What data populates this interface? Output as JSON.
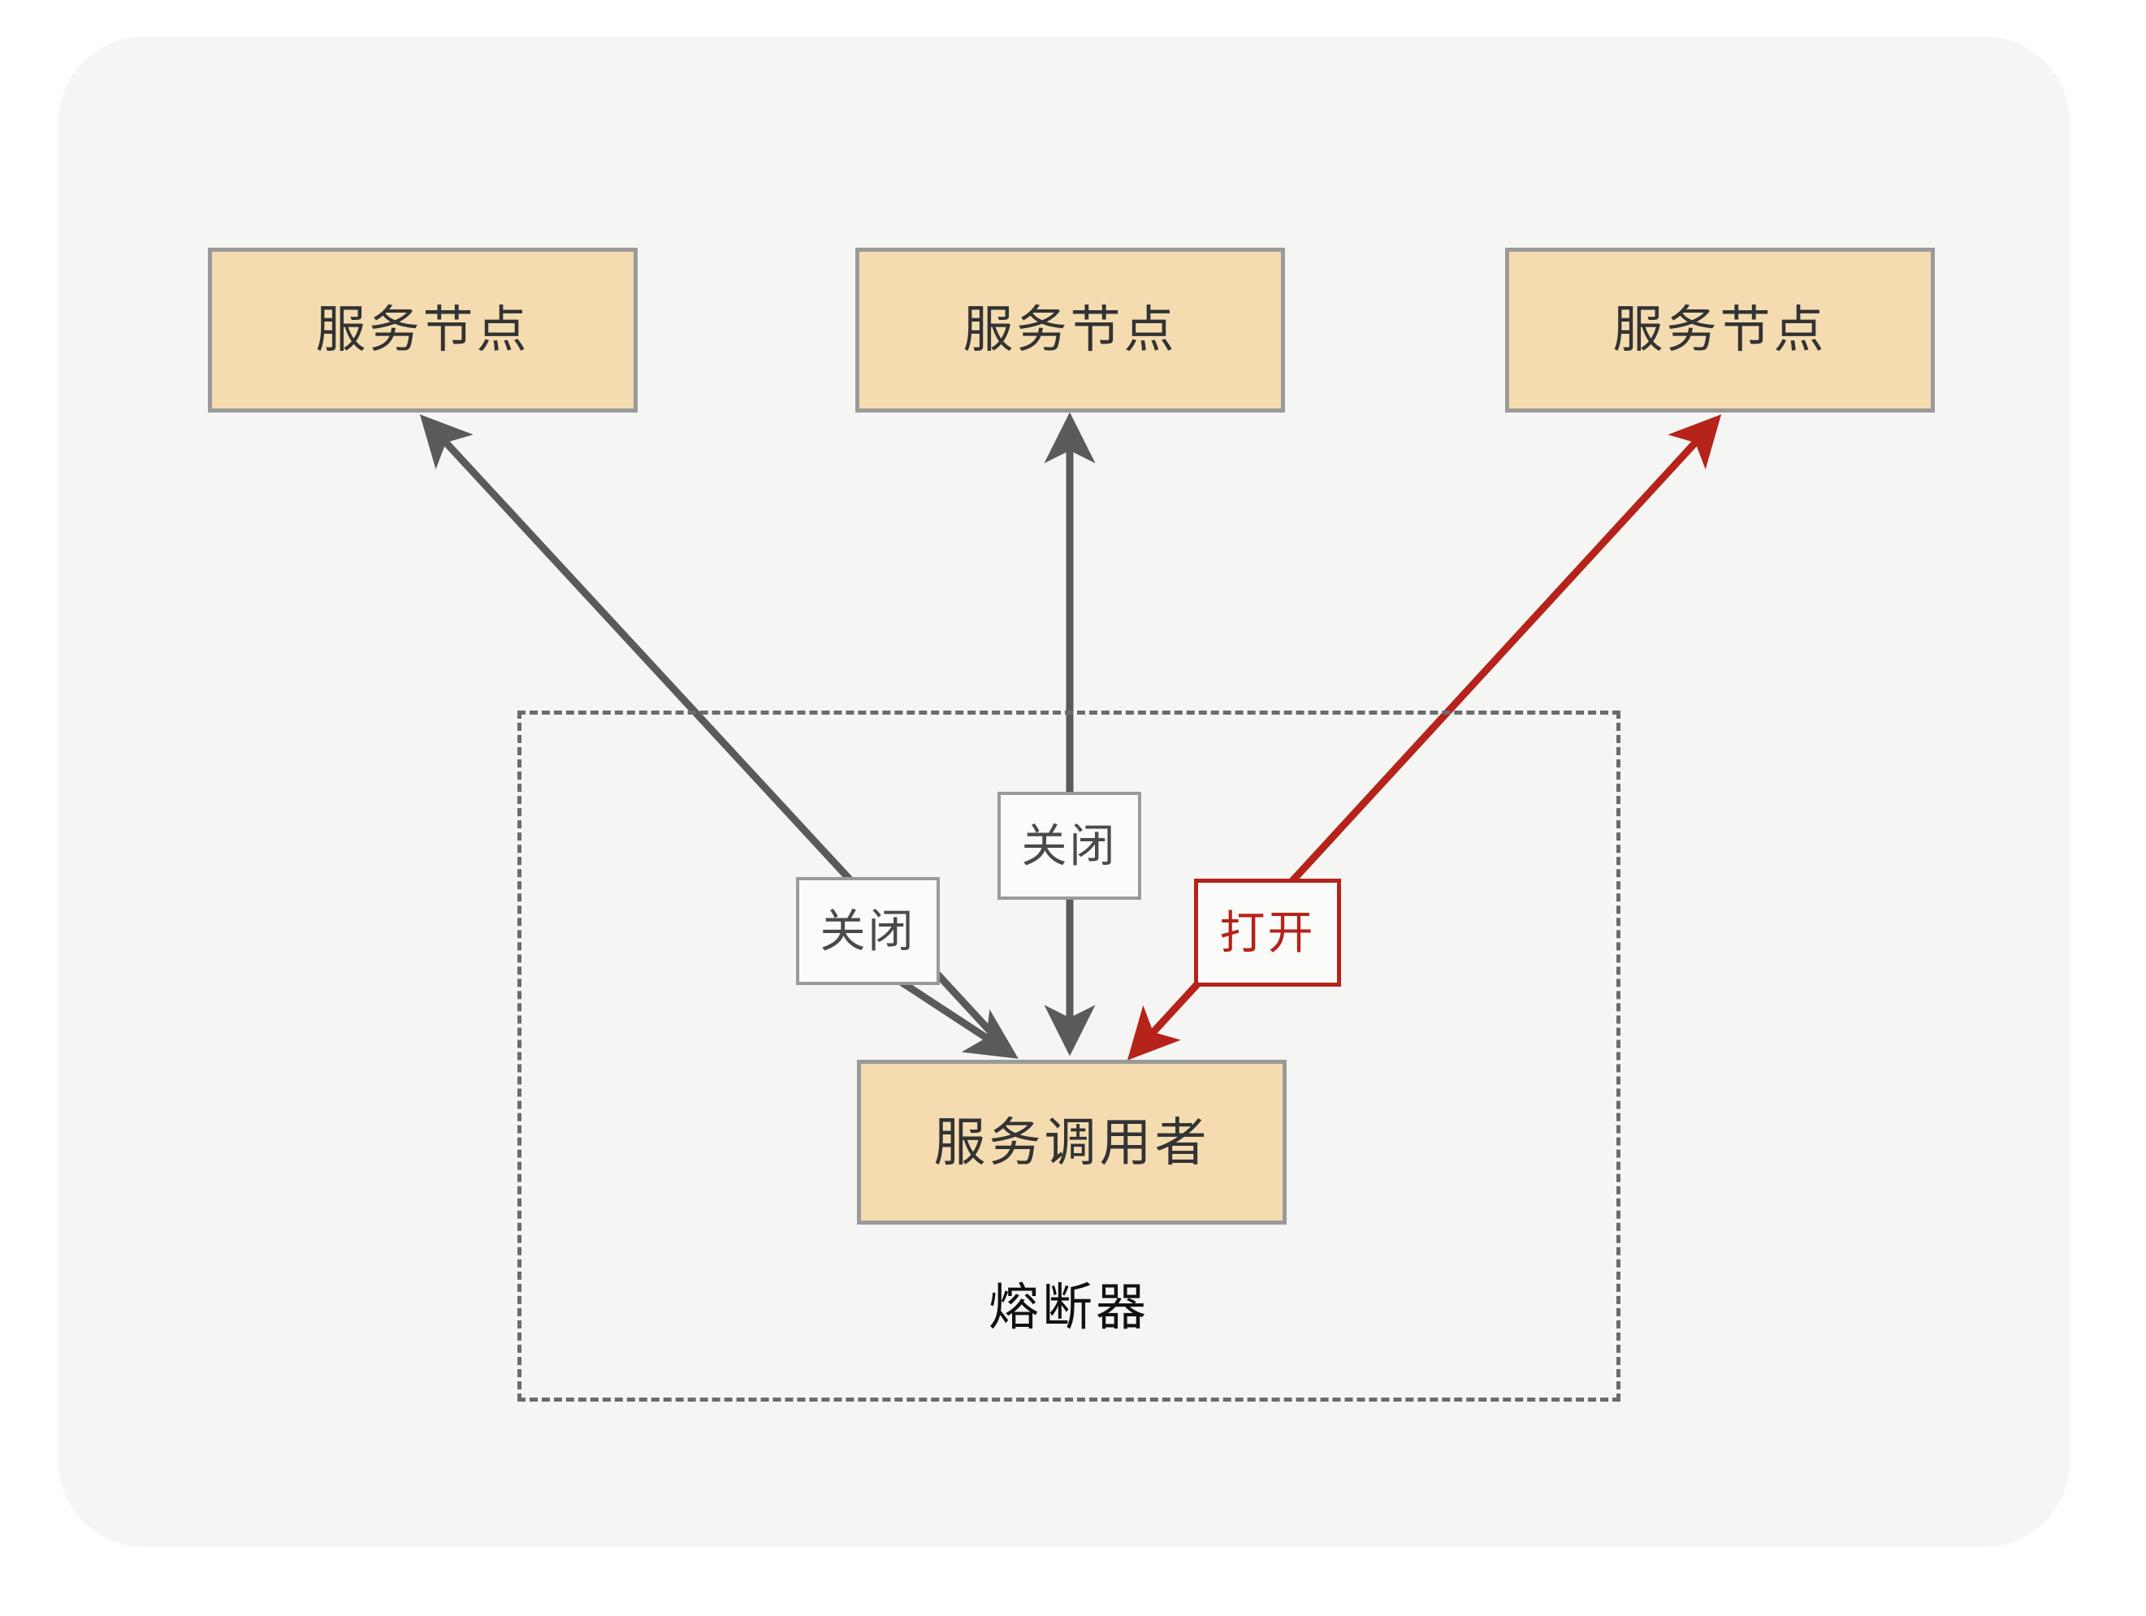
{
  "diagram": {
    "title_label": "熔断器",
    "nodes": [
      {
        "id": "svc-node-1",
        "label": "服务节点"
      },
      {
        "id": "svc-node-2",
        "label": "服务节点"
      },
      {
        "id": "svc-node-3",
        "label": "服务节点"
      },
      {
        "id": "svc-caller",
        "label": "服务调用者"
      }
    ],
    "edge_labels": [
      {
        "id": "closed-left",
        "label": "关闭",
        "state": "closed"
      },
      {
        "id": "closed-middle",
        "label": "关闭",
        "state": "closed"
      },
      {
        "id": "open-right",
        "label": "打开",
        "state": "open"
      }
    ],
    "colors": {
      "panel_background": "#f5f5f3",
      "node_fill": "#f4dcb0",
      "node_border": "#9a9a9a",
      "edge_gray": "#5a5a5a",
      "edge_red": "#b5231b",
      "dashed_border": "#6b6b6b",
      "text_dark": "#333333"
    }
  }
}
